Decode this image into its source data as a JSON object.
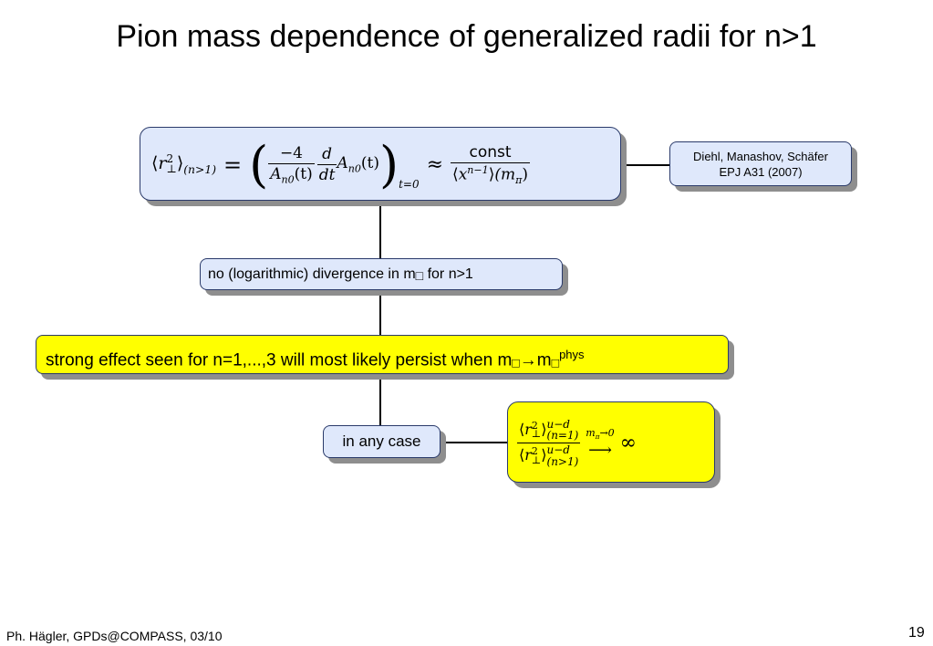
{
  "slide": {
    "title": "Pion mass dependence of generalized radii for n>1",
    "page_number": "19",
    "footer": "Ph. Hägler, GPDs@COMPASS, 03/10"
  },
  "formula": {
    "lhs_r": "r",
    "lhs_exp": "2",
    "lhs_perp": "⊥",
    "lhs_sub": "(n>1)",
    "eq": "=",
    "num": "−4",
    "den": "A",
    "den_sub": "n0",
    "den_arg": "(t)",
    "d_num": "d",
    "d_den": "dt",
    "func": "A",
    "func_sub": "n0",
    "func_arg": "(t)",
    "eval": "t=0",
    "approx": "≈",
    "const": "const",
    "rhs_x": "x",
    "rhs_exp": "n−1",
    "rhs_arg": "(m",
    "rhs_pi": "π",
    "rhs_close": ")"
  },
  "reference": {
    "line1": "Diehl, Manashov, Schäfer",
    "line2": "EPJ A31 (2007)"
  },
  "statement1": {
    "part1": "no (logarithmic) divergence in m",
    "glyph": "□",
    "part2": " for n>1"
  },
  "statement2": {
    "part1": "strong effect seen for n=1,...,3 will most likely persist when m",
    "glyph": "□",
    "arrow": "→",
    "m": "m",
    "glyph2": "□",
    "sup": "phys"
  },
  "statement3": {
    "text": "in any case"
  },
  "ratio": {
    "num_r": "r",
    "num_exp": "2",
    "num_perp": "⊥",
    "num_sup": "u−d",
    "num_sub": "(n=1)",
    "den_r": "r",
    "den_exp": "2",
    "den_perp": "⊥",
    "den_sup": "u−d",
    "den_sub": "(n>1)",
    "arrow_label": "m",
    "arrow_label_sub": "π",
    "arrow_label_tail": "→0",
    "arrow": "⟶",
    "infinity": "∞"
  }
}
